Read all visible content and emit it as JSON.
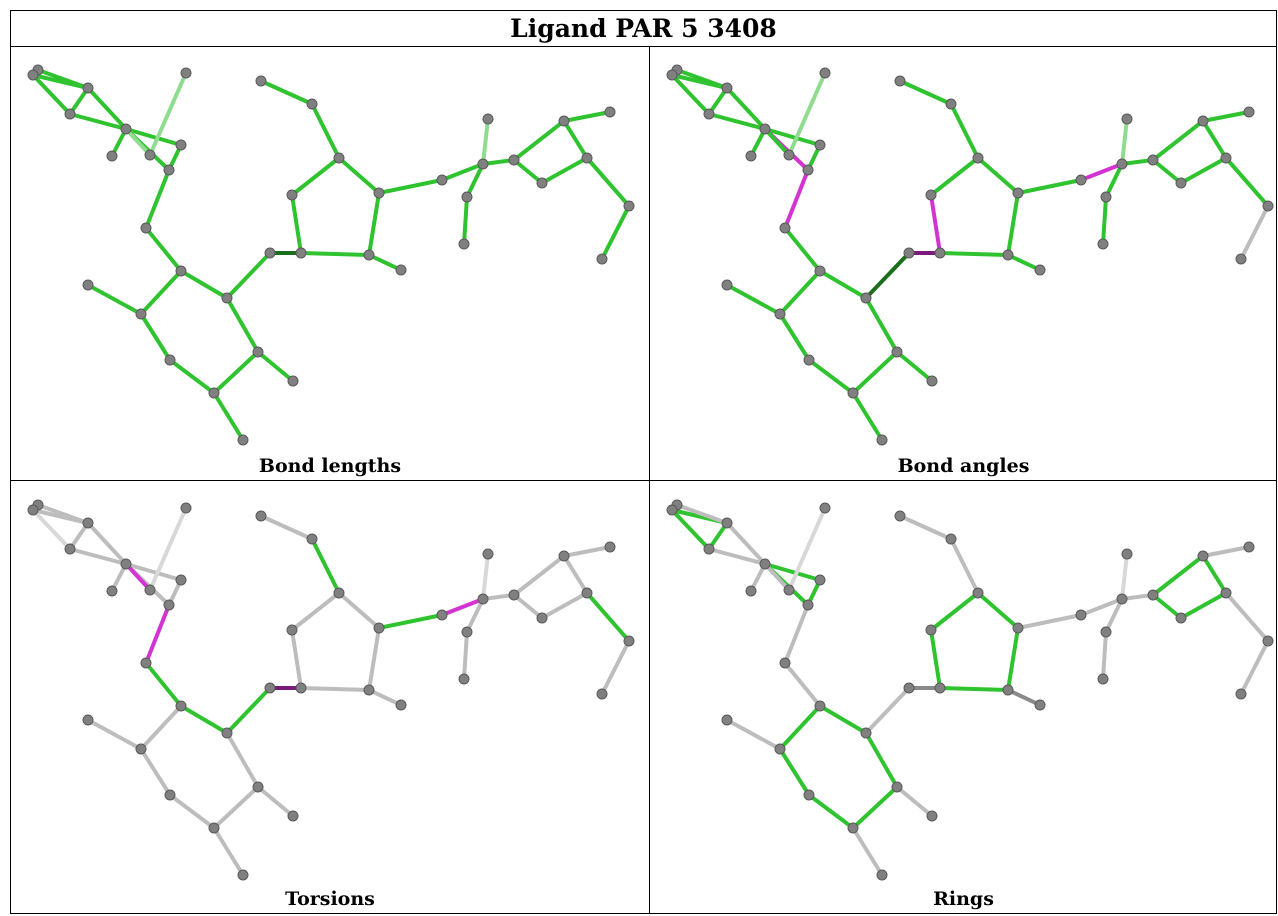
{
  "title": "Ligand PAR 5 3408",
  "panels": [
    {
      "id": "lengths",
      "caption": "Bond lengths"
    },
    {
      "id": "angles",
      "caption": "Bond angles"
    },
    {
      "id": "torsions",
      "caption": "Torsions"
    },
    {
      "id": "rings",
      "caption": "Rings"
    }
  ],
  "colors": {
    "good": "#2fc42f",
    "good_faint": "#8fdc8f",
    "warn": "#d433d4",
    "warn_dark": "#7a1a7a",
    "neutral": "#bdbdbd",
    "neutral_dark": "#8a8a8a",
    "atom": "#808080"
  }
}
